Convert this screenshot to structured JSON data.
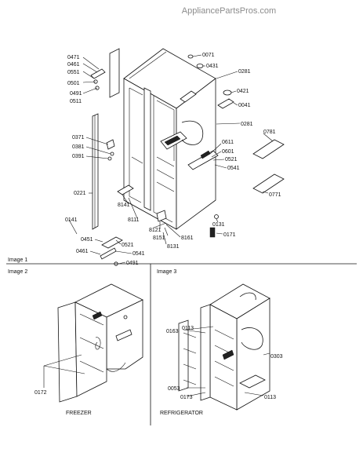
{
  "watermark": "AppliancePartsPros.com",
  "image_labels": [
    "Image 1",
    "Image 2",
    "Image 3"
  ],
  "captions": {
    "freezer": "FREEZER",
    "refrigerator": "REFRIGERATOR"
  },
  "callouts": {
    "p0471": "0471",
    "p0461a": "0461",
    "p0551": "0551",
    "p0501": "0501",
    "p0491a": "0491",
    "p0511": "0511",
    "p0071": "0071",
    "p0431": "0431",
    "p0281a": "0281",
    "p0421": "0421",
    "p0041": "0041",
    "p0281b": "0281",
    "p0781": "0781",
    "p0371": "0371",
    "p0381": "0381",
    "p0391": "0391",
    "p0611": "0611",
    "p0601": "0601",
    "p0521a": "0521",
    "p0541a": "0541",
    "p0221": "0221",
    "p8141": "8141",
    "p8111": "8111",
    "p0131": "0131",
    "p0771": "0771",
    "p0141": "0141",
    "p8121": "8121",
    "p8151": "8151",
    "p8161": "8161",
    "p0171": "0171",
    "p0451": "0451",
    "p0521b": "0521",
    "p8131": "8131",
    "p0461b": "0461",
    "p0541b": "0541",
    "p0491b": "0491",
    "p0172": "0172",
    "p0163": "0163",
    "p0113a": "0113",
    "p0303": "0303",
    "p0053": "0053",
    "p0173": "0173",
    "p0113b": "0113"
  }
}
